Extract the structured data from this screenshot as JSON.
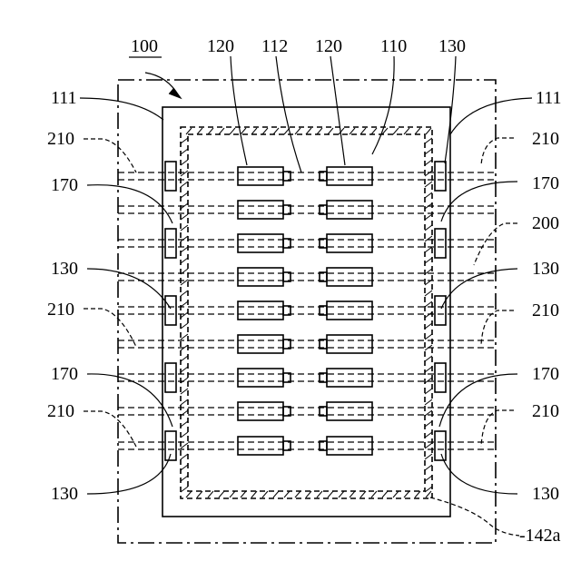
{
  "figure": {
    "labels": {
      "ref_100": "100",
      "ref_120a": "120",
      "ref_112": "112",
      "ref_120b": "120",
      "ref_110": "110",
      "ref_130_top": "130",
      "ref_111_left": "111",
      "ref_111_right": "111",
      "ref_210_left_1": "210",
      "ref_210_right_1": "210",
      "ref_170_left_1": "170",
      "ref_170_right_1": "170",
      "ref_200": "200",
      "ref_130_left_1": "130",
      "ref_130_right_1": "130",
      "ref_210_left_2": "210",
      "ref_210_right_2": "210",
      "ref_170_left_2": "170",
      "ref_170_right_2": "170",
      "ref_210_left_3": "210",
      "ref_210_right_3": "210",
      "ref_130_left_2": "130",
      "ref_130_right_2": "130",
      "ref_142a": "-142a"
    },
    "colors": {
      "ink": "#000000",
      "paper": "#ffffff"
    }
  }
}
